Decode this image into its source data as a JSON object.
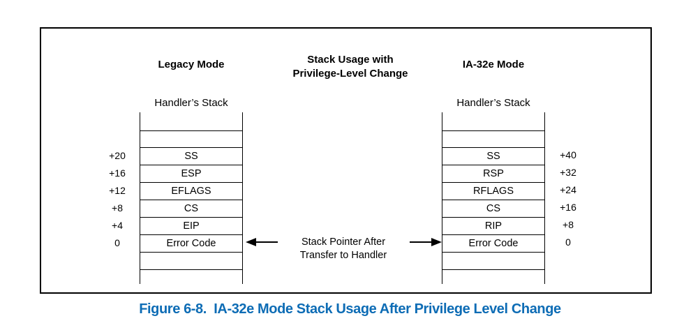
{
  "title": {
    "line1": "Stack Usage with",
    "line2": "Privilege-Level Change"
  },
  "legacy": {
    "header": "Legacy Mode",
    "stack_label": "Handler’s Stack",
    "offsets": [
      "+20",
      "+16",
      "+12",
      "+8",
      "+4",
      "0"
    ],
    "cells": [
      "SS",
      "ESP",
      "EFLAGS",
      "CS",
      "EIP",
      "Error Code"
    ]
  },
  "ia32e": {
    "header": "IA-32e Mode",
    "stack_label": "Handler’s Stack",
    "offsets": [
      "+40",
      "+32",
      "+24",
      "+16",
      "+8",
      "0"
    ],
    "cells": [
      "SS",
      "RSP",
      "RFLAGS",
      "CS",
      "RIP",
      "Error Code"
    ]
  },
  "pointer_note": {
    "line1": "Stack Pointer After",
    "line2": "Transfer to Handler"
  },
  "caption": {
    "text": "Figure 6-8.  IA-32e Mode Stack Usage After Privilege Level Change",
    "color": "#0d6cb5"
  },
  "colors": {
    "line": "#000000",
    "background": "#ffffff"
  }
}
